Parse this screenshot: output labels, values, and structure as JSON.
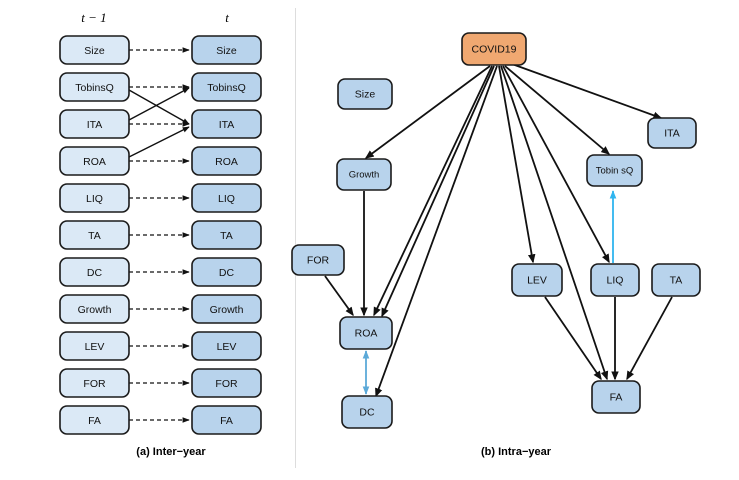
{
  "figure": {
    "panel_a": {
      "caption": "(a) Inter−year",
      "col_head_left": "t − 1",
      "col_head_right": "t",
      "nodes_left": [
        "Size",
        "TobinsQ",
        "ITA",
        "ROA",
        "LIQ",
        "TA",
        "DC",
        "Growth",
        "LEV",
        "FOR",
        "FA"
      ],
      "nodes_right": [
        "Size",
        "TobinsQ",
        "ITA",
        "ROA",
        "LIQ",
        "TA",
        "DC",
        "Growth",
        "LEV",
        "FOR",
        "FA"
      ],
      "dashed_edges": [
        {
          "from": "Size",
          "to": "Size"
        },
        {
          "from": "TobinsQ",
          "to": "TobinsQ"
        },
        {
          "from": "ITA",
          "to": "ITA"
        },
        {
          "from": "ROA",
          "to": "ROA"
        },
        {
          "from": "LIQ",
          "to": "LIQ"
        },
        {
          "from": "TA",
          "to": "TA"
        },
        {
          "from": "DC",
          "to": "DC"
        },
        {
          "from": "Growth",
          "to": "Growth"
        },
        {
          "from": "LEV",
          "to": "LEV"
        },
        {
          "from": "FOR",
          "to": "FOR"
        },
        {
          "from": "FA",
          "to": "FA"
        }
      ],
      "solid_edges": [
        {
          "from": "TobinsQ",
          "to": "ITA"
        },
        {
          "from": "ITA",
          "to": "TobinsQ"
        },
        {
          "from": "ROA",
          "to": "ITA"
        }
      ]
    },
    "panel_b": {
      "caption": "(b) Intra−year",
      "nodes": [
        {
          "id": "COVID19",
          "label": "COVID19",
          "color": "#f0a871"
        },
        {
          "id": "Size",
          "label": "Size",
          "color": "#b8d3ec"
        },
        {
          "id": "ITA",
          "label": "ITA",
          "color": "#b8d3ec"
        },
        {
          "id": "TobinsQ",
          "label": "Tobin sQ",
          "color": "#b8d3ec"
        },
        {
          "id": "Growth",
          "label": "Growth",
          "color": "#b8d3ec"
        },
        {
          "id": "FOR",
          "label": "FOR",
          "color": "#b8d3ec"
        },
        {
          "id": "LEV",
          "label": "LEV",
          "color": "#b8d3ec"
        },
        {
          "id": "LIQ",
          "label": "LIQ",
          "color": "#b8d3ec"
        },
        {
          "id": "TA",
          "label": "TA",
          "color": "#b8d3ec"
        },
        {
          "id": "ROA",
          "label": "ROA",
          "color": "#b8d3ec"
        },
        {
          "id": "DC",
          "label": "DC",
          "color": "#b8d3ec"
        },
        {
          "id": "FA",
          "label": "FA",
          "color": "#b8d3ec"
        }
      ],
      "black_edges": [
        {
          "from": "COVID19",
          "to": "Growth"
        },
        {
          "from": "COVID19",
          "to": "ROA"
        },
        {
          "from": "COVID19",
          "to": "ROA"
        },
        {
          "from": "COVID19",
          "to": "DC"
        },
        {
          "from": "COVID19",
          "to": "LEV"
        },
        {
          "from": "COVID19",
          "to": "FA"
        },
        {
          "from": "COVID19",
          "to": "LIQ"
        },
        {
          "from": "COVID19",
          "to": "TobinsQ"
        },
        {
          "from": "COVID19",
          "to": "ITA"
        },
        {
          "from": "Growth",
          "to": "ROA"
        },
        {
          "from": "FOR",
          "to": "ROA"
        },
        {
          "from": "LEV",
          "to": "FA"
        },
        {
          "from": "LIQ",
          "to": "FA"
        },
        {
          "from": "TA",
          "to": "FA"
        }
      ],
      "blue_edges": [
        {
          "from": "LIQ",
          "to": "TobinsQ",
          "style": "single"
        },
        {
          "from": "ROA",
          "to": "DC",
          "style": "double"
        }
      ]
    },
    "colors": {
      "node_fill_light": "#dbe9f6",
      "node_fill": "#b8d3ec",
      "covid_fill": "#f0a871",
      "stroke": "#1a1a1a",
      "edge_black": "#111111",
      "edge_blue": "#2fb5ef",
      "background": "#ffffff"
    }
  }
}
